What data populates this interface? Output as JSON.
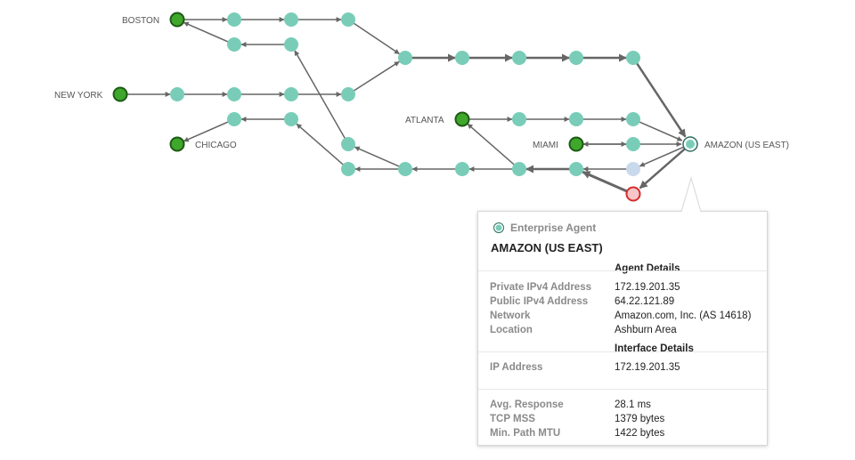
{
  "locations": [
    {
      "id": "boston",
      "label": "BOSTON"
    },
    {
      "id": "new-york",
      "label": "NEW YORK"
    },
    {
      "id": "chicago",
      "label": "CHICAGO"
    },
    {
      "id": "atlanta",
      "label": "ATLANTA"
    },
    {
      "id": "miami",
      "label": "MIAMI"
    },
    {
      "id": "amazon",
      "label": "AMAZON (US EAST)"
    }
  ],
  "colors": {
    "agent_fill": "#3fa72b",
    "agent_stroke": "#1d5a15",
    "hop_fill": "#79cdb8",
    "hop_faded": "#c9d9ec",
    "hop_error_fill": "#f7c6c9",
    "hop_error_stroke": "#d62c2c",
    "edge": "#666666"
  },
  "tooltip": {
    "agent_type": "Enterprise Agent",
    "title": "AMAZON (US EAST)",
    "agent_details": {
      "heading": "Agent Details",
      "rows": [
        {
          "label": "Private IPv4 Address",
          "value": "172.19.201.35"
        },
        {
          "label": "Public IPv4 Address",
          "value": "64.22.121.89"
        },
        {
          "label": "Network",
          "value": "Amazon.com, Inc. (AS 14618)"
        },
        {
          "label": "Location",
          "value": "Ashburn Area"
        }
      ]
    },
    "interface_details": {
      "heading": "Interface Details",
      "rows": [
        {
          "label": "IP Address",
          "value": "172.19.201.35"
        }
      ]
    },
    "metrics": [
      {
        "label": "Avg. Response",
        "value": "28.1 ms"
      },
      {
        "label": "TCP MSS",
        "value": "1379 bytes"
      },
      {
        "label": "Min. Path MTU",
        "value": "1422 bytes"
      }
    ]
  }
}
